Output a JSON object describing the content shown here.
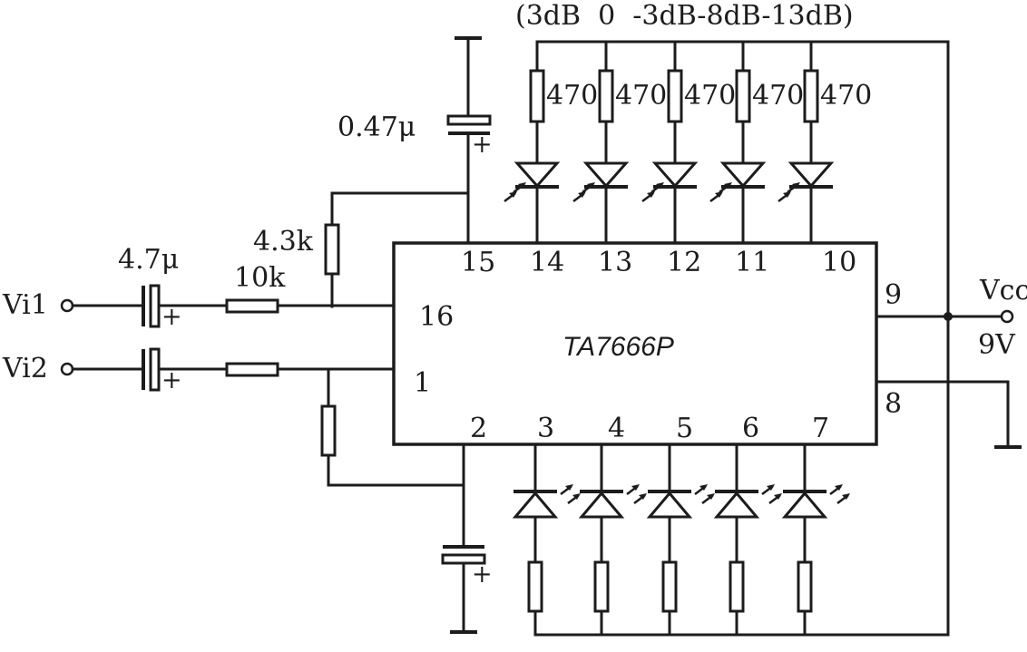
{
  "chip": {
    "name": "TA7666P"
  },
  "inputs": {
    "vi1": "Vi1",
    "vi2": "Vi2"
  },
  "supply": {
    "label": "Vcc",
    "voltage": "9V"
  },
  "components": {
    "input_cap": "4.7μ",
    "input_res": "10k",
    "fb_res": "4.3k",
    "top_cap": "0.47μ",
    "led_res": "470"
  },
  "level_legend": "(3dB  0  -3dB-8dB-13dB)",
  "pins": {
    "p1": "1",
    "p2": "2",
    "p3": "3",
    "p4": "4",
    "p5": "5",
    "p6": "6",
    "p7": "7",
    "p8": "8",
    "p9": "9",
    "p10": "10",
    "p11": "11",
    "p12": "12",
    "p13": "13",
    "p14": "14",
    "p15": "15",
    "p16": "16"
  },
  "polarity": {
    "plus": "+"
  }
}
